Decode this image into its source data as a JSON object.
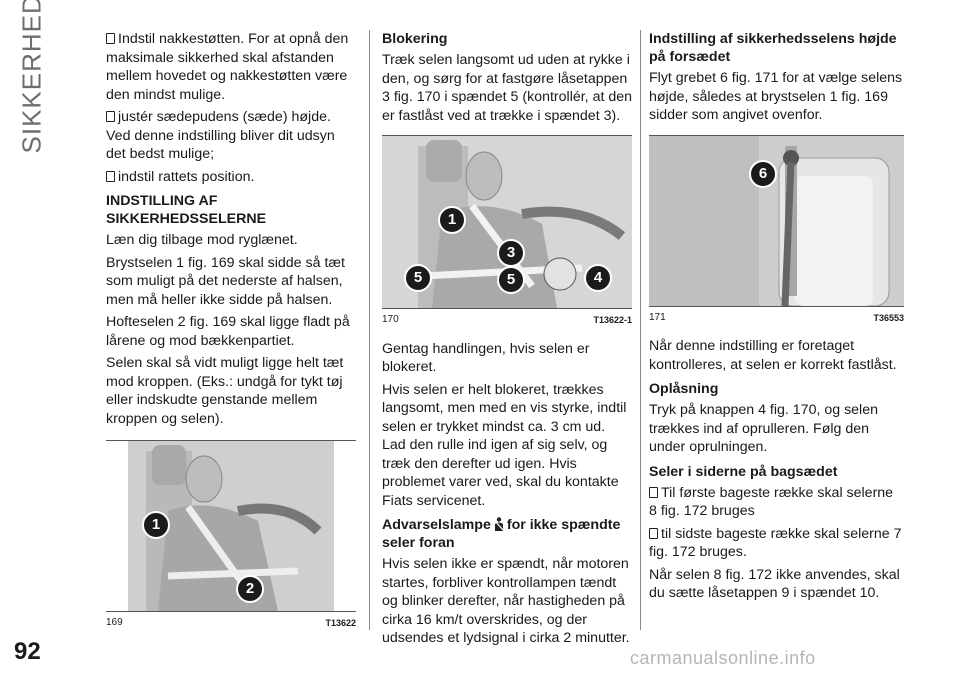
{
  "side_tab": "SIKKERHED",
  "page_number": "92",
  "footer_watermark": "carmanualsonline.info",
  "col1": {
    "bullets_top": [
      "Indstil nakkestøtten. For at opnå den maksimale sikkerhed skal afstanden mellem hovedet og nakkestøtten være den mindst mulige.",
      "justér sædepudens (sæde) højde. Ved denne indstilling bliver dit udsyn det bedst mulige;",
      "indstil rattets position."
    ],
    "heading": "INDSTILLING AF SIKKERHEDSSELERNE",
    "paragraphs": [
      "Læn dig tilbage mod ryglænet.",
      "Brystselen 1 fig. 169 skal sidde så tæt som muligt på det nederste af halsen, men må heller ikke sidde på halsen.",
      "Hofteselen 2 fig. 169 skal ligge fladt på lårene og mod bækkenpartiet.",
      "Selen skal så vidt muligt ligge helt tæt mod kroppen. (Eks.: undgå for tykt tøj eller indskudte genstande mellem kroppen og selen)."
    ],
    "figure": {
      "number": "169",
      "code": "T13622",
      "callouts": [
        "1",
        "2"
      ]
    }
  },
  "col2": {
    "heading1": "Blokering",
    "para1": "Træk selen langsomt ud uden at rykke i den, og sørg for at fastgøre låsetappen 3 fig. 170 i spændet 5 (kontrollér, at den er fastlåst ved at trække i spændet 3).",
    "figure": {
      "number": "170",
      "code": "T13622-1",
      "callouts": [
        "1",
        "3",
        "5",
        "5",
        "4"
      ]
    },
    "para2": "Gentag handlingen, hvis selen er blokeret.",
    "para3": "Hvis selen er helt blokeret, trækkes langsomt, men med en vis styrke, indtil selen er trykket mindst ca. 3 cm ud. Lad den rulle ind igen af sig selv, og træk den derefter ud igen. Hvis problemet varer ved, skal du kontakte Fiats servicenet.",
    "heading2_a": "Advarselslampe",
    "heading2_b": "for ikke spændte seler foran",
    "icon": "seatbelt-warning-icon",
    "para4": "Hvis selen ikke er spændt, når motoren startes, forbliver kontrollampen tændt og blinker derefter, når hastigheden på cirka 16 km/t overskrides, og der udsendes et lydsignal i cirka 2 minutter."
  },
  "col3": {
    "heading1": "Indstilling af sikkerhedsselens højde på forsædet",
    "para1": "Flyt grebet 6 fig. 171 for at vælge selens højde, således at brystselen 1 fig. 169 sidder som angivet ovenfor.",
    "figure": {
      "number": "171",
      "code": "T36553",
      "callouts": [
        "6"
      ]
    },
    "para2": "Når denne indstilling er foretaget kontrolleres, at selen er korrekt fastlåst.",
    "heading2": "Oplåsning",
    "para3": "Tryk på knappen 4 fig. 170, og selen trækkes ind af oprulleren. Følg den under oprulningen.",
    "heading3": "Seler i siderne på bagsædet",
    "bullets": [
      "Til første bageste række skal selerne 8 fig. 172 bruges",
      "til sidste bageste række skal selerne 7 fig. 172 bruges."
    ],
    "para4": "Når selen 8 fig. 172 ikke anvendes, skal du sætte låsetappen 9 i spændet 10."
  }
}
